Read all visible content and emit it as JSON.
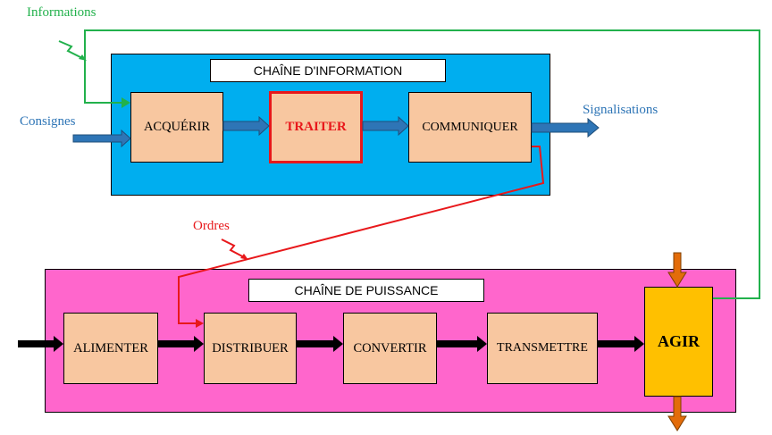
{
  "colors": {
    "info_panel": "#00aeef",
    "power_panel": "#ff66cc",
    "block_fill": "#f8c7a0",
    "traiter_border": "#e8181b",
    "traiter_text": "#e8181b",
    "agir_fill": "#ffc000",
    "green": "#22b14c",
    "blue": "#2e75b6",
    "red": "#e8181b",
    "orange_arrow": "#e36c0a"
  },
  "info_chain": {
    "title": "CHAÎNE D'INFORMATION",
    "blocks": [
      "ACQUÉRIR",
      "TRAITER",
      "COMMUNIQUER"
    ]
  },
  "power_chain": {
    "title": "CHAÎNE DE PUISSANCE",
    "blocks": [
      "ALIMENTER",
      "DISTRIBUER",
      "CONVERTIR",
      "TRANSMETTRE"
    ],
    "agir": "AGIR"
  },
  "labels": {
    "informations": "Informations",
    "consignes": "Consignes",
    "signalisations": "Signalisations",
    "ordres": "Ordres"
  }
}
